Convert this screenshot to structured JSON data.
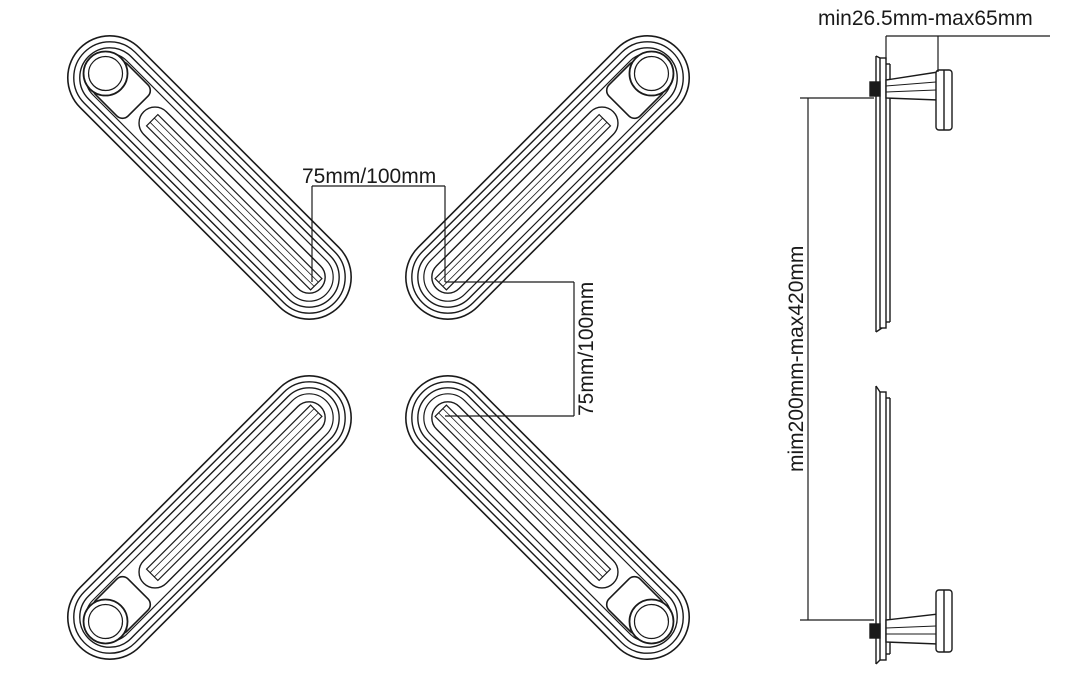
{
  "labels": {
    "horizontal_spacing": "75mm/100mm",
    "vertical_spacing": "75mm/100mm",
    "depth_range": "min26.5mm-max65mm",
    "height_range": "mim200mm-max420mm"
  },
  "colors": {
    "line": "#1a1a1a",
    "background": "#ffffff"
  }
}
